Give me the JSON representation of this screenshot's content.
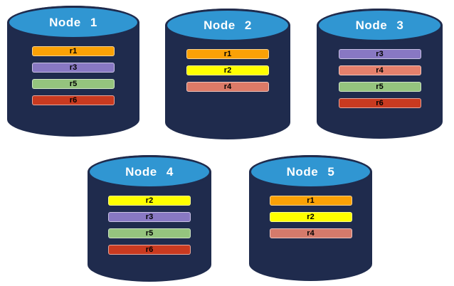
{
  "diagram": {
    "description": "Five database node cylinders showing replica placement",
    "nodes": [
      {
        "label": "Node 1",
        "replicas": [
          {
            "label": "r1",
            "color": "#FBA106"
          },
          {
            "label": "r3",
            "color": "#8878C3"
          },
          {
            "label": "r5",
            "color": "#95C47E"
          },
          {
            "label": "r6",
            "color": "#C93A20"
          }
        ]
      },
      {
        "label": "Node 2",
        "replicas": [
          {
            "label": "r1",
            "color": "#FBA106"
          },
          {
            "label": "r2",
            "color": "#FFFF00"
          },
          {
            "label": "r4",
            "color": "#DC7A67"
          }
        ]
      },
      {
        "label": "Node 3",
        "replicas": [
          {
            "label": "r3",
            "color": "#8878C3"
          },
          {
            "label": "r4",
            "color": "#E5806C"
          },
          {
            "label": "r5",
            "color": "#95C47E"
          },
          {
            "label": "r6",
            "color": "#C93A20"
          }
        ]
      },
      {
        "label": "Node 4",
        "replicas": [
          {
            "label": "r2",
            "color": "#FFFF00"
          },
          {
            "label": "r3",
            "color": "#8878C3"
          },
          {
            "label": "r5",
            "color": "#95C47E"
          },
          {
            "label": "r6",
            "color": "#C93A20"
          }
        ]
      },
      {
        "label": "Node 5",
        "replicas": [
          {
            "label": "r1",
            "color": "#FBA106"
          },
          {
            "label": "r2",
            "color": "#FFFF00"
          },
          {
            "label": "r4",
            "color": "#D47A6B"
          }
        ]
      }
    ],
    "colors": {
      "cylinder_body": "#1F2B4D",
      "cylinder_top": "#3096D2",
      "cylinder_top_stroke": "#1F2B4D",
      "background": "#FFFFFF",
      "node_label_text": "#FFFFFF",
      "replica_label_text": "#000000"
    }
  }
}
